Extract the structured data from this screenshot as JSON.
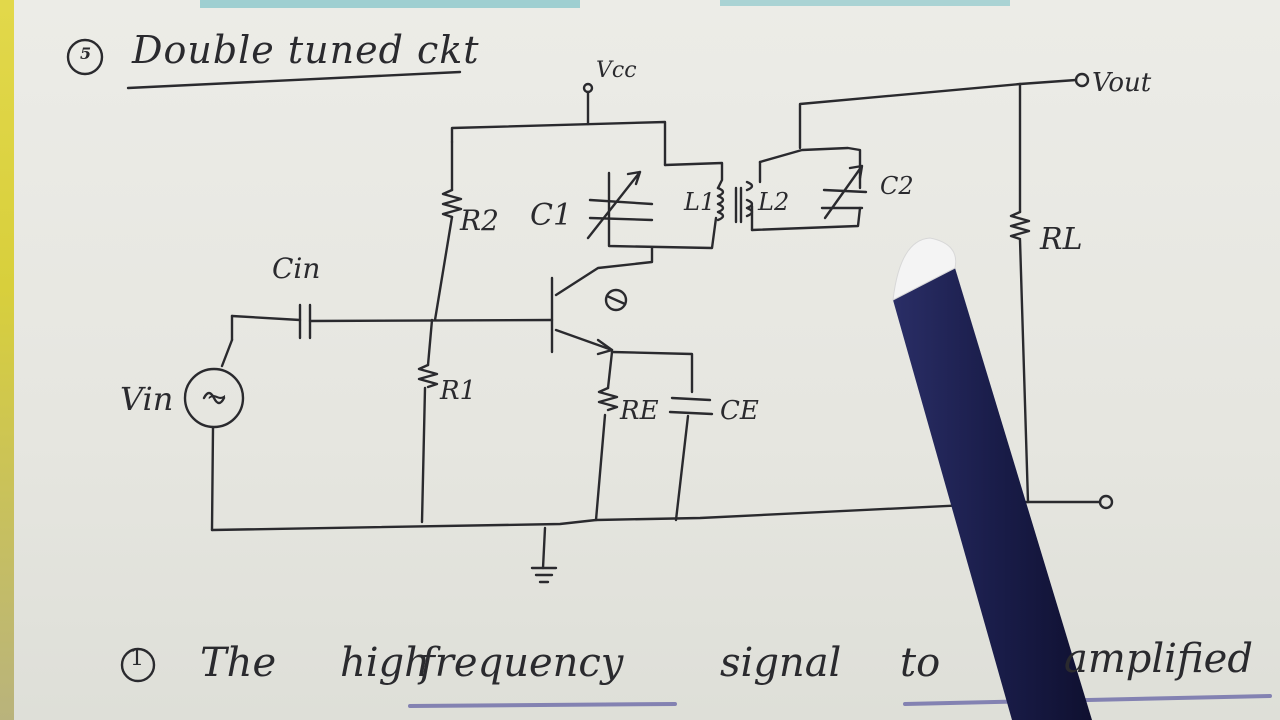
{
  "title": "Double tuned ckt",
  "title_number": "5",
  "labels": {
    "vcc": "Vcc",
    "vout": "Vout",
    "r2": "R2",
    "r1": "R1",
    "re": "RE",
    "ce": "CE",
    "rl": "RL",
    "c1": "C1",
    "l1": "L1",
    "l2": "L2",
    "c2": "C2",
    "cin": "Cin",
    "vin": "Vin",
    "transistor_mark": "Q",
    "source_symbol": "~"
  },
  "note": {
    "number": "1",
    "words": [
      "The",
      "high",
      "frequency",
      "signal",
      "to",
      "amplified"
    ]
  },
  "colors": {
    "ink": "#2a2a2e",
    "underline": "#6b6aa8",
    "pen_body": "#1e2250"
  }
}
